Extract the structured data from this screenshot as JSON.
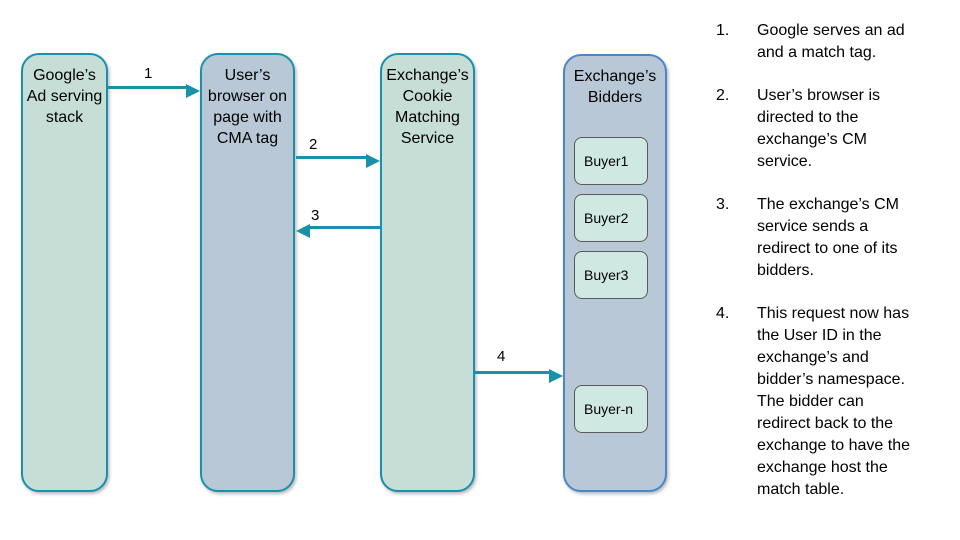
{
  "diagram": {
    "nodes": [
      {
        "id": "google-ad-serving",
        "label": "Google’s\nAd serving\nstack"
      },
      {
        "id": "users-browser",
        "label": "User’s\nbrowser on\npage with\nCMA tag"
      },
      {
        "id": "cookie-matching-service",
        "label": "Exchange’s\nCookie\nMatching\nService"
      },
      {
        "id": "exchange-bidders",
        "label": "Exchange’s\nBidders"
      }
    ],
    "buyers": [
      "Buyer1",
      "Buyer2",
      "Buyer3",
      "Buyer-n"
    ],
    "arrows": [
      {
        "number": "1",
        "from": "google-ad-serving",
        "to": "users-browser",
        "direction": "right"
      },
      {
        "number": "2",
        "from": "users-browser",
        "to": "cookie-matching-service",
        "direction": "right"
      },
      {
        "number": "3",
        "from": "cookie-matching-service",
        "to": "users-browser",
        "direction": "left"
      },
      {
        "number": "4",
        "from": "cookie-matching-service",
        "to": "exchange-bidders",
        "direction": "right"
      }
    ],
    "colors": {
      "green_fill": "#c6ded5",
      "blue_fill": "#b9c8d7",
      "teal_border": "#1a91a9",
      "bidders_border": "#4a86c8",
      "buyer_fill": "#cfe8e1",
      "buyer_border": "#5a5a5a",
      "arrow": "#1a91a9"
    }
  },
  "steps": [
    {
      "number": "1.",
      "text": "Google serves an ad\nand a match tag."
    },
    {
      "number": "2.",
      "text": "User’s browser is\ndirected to the\nexchange’s CM\nservice."
    },
    {
      "number": "3.",
      "text": "The exchange’s CM\nservice sends a\nredirect to one of its\nbidders."
    },
    {
      "number": "4.",
      "text": "This request now has\nthe User ID in the\nexchange’s and\nbidder’s namespace.\nThe bidder can\nredirect back to the\nexchange to have the\nexchange host the\nmatch table."
    }
  ]
}
